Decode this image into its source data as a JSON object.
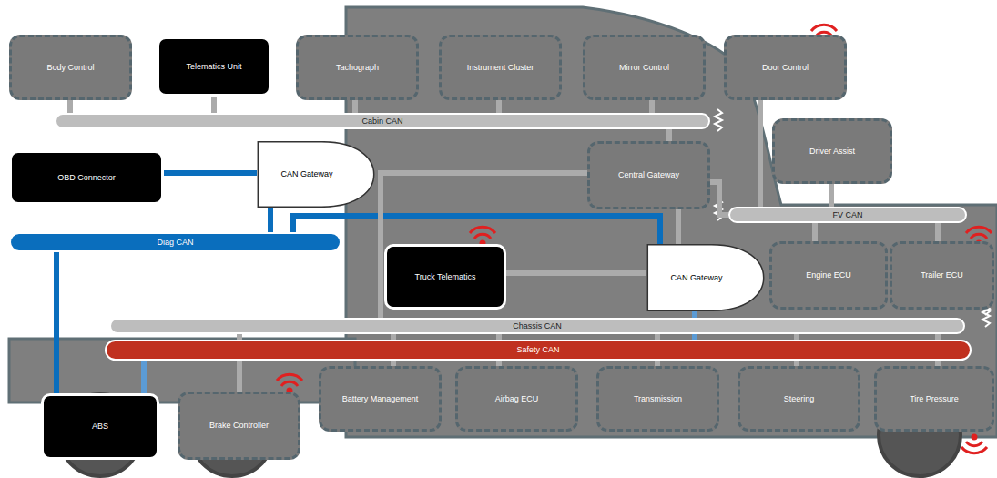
{
  "diagram": {
    "nodes": [
      {
        "text": [
          "Body Control"
        ]
      },
      {
        "text": [
          "Telematics Unit"
        ]
      },
      {
        "text": [
          "Tachograph"
        ]
      },
      {
        "text": [
          "Instrument Cluster"
        ]
      },
      {
        "text": [
          "Mirror Control"
        ]
      },
      {
        "text": [
          "Door Control"
        ]
      },
      {
        "text": [
          "Cabin CAN"
        ]
      },
      {
        "text": [
          "Driver Assist"
        ]
      },
      {
        "text": [
          "OBD Connector"
        ]
      },
      {
        "text": [
          "CAN Gateway"
        ]
      },
      {
        "text": [
          "Central Gateway"
        ]
      },
      {
        "text": [
          "FV CAN"
        ]
      },
      {
        "text": [
          "Diag CAN"
        ]
      },
      {
        "text": [
          "Truck Telematics"
        ]
      },
      {
        "text": [
          "CAN Gateway"
        ]
      },
      {
        "text": [
          "Engine ECU"
        ]
      },
      {
        "text": [
          "Trailer ECU"
        ]
      },
      {
        "text": [
          "Chassis CAN"
        ]
      },
      {
        "text": [
          "Safety CAN"
        ]
      },
      {
        "text": [
          "ABS"
        ]
      },
      {
        "text": [
          "Brake Controller"
        ]
      },
      {
        "text": [
          "Battery Management"
        ]
      },
      {
        "text": [
          "Airbag ECU"
        ]
      },
      {
        "text": [
          "Transmission"
        ]
      },
      {
        "text": [
          "Steering"
        ]
      },
      {
        "text": [
          "Tire Pressure"
        ]
      }
    ],
    "edges": [
      {
        "from": 0,
        "to": 6,
        "arrow": "none"
      },
      {
        "from": 1,
        "to": 6,
        "arrow": "none"
      },
      {
        "from": 2,
        "to": 6,
        "arrow": "none"
      },
      {
        "from": 3,
        "to": 6,
        "arrow": "none"
      },
      {
        "from": 4,
        "to": 6,
        "arrow": "none"
      },
      {
        "from": 5,
        "to": 11,
        "arrow": "none"
      },
      {
        "from": 10,
        "to": 6,
        "arrow": "none"
      },
      {
        "from": 10,
        "to": 11,
        "arrow": "none"
      },
      {
        "from": 7,
        "to": 11,
        "arrow": "none"
      },
      {
        "from": 15,
        "to": 11,
        "arrow": "none"
      },
      {
        "from": 16,
        "to": 11,
        "arrow": "none"
      },
      {
        "from": 8,
        "to": 9,
        "arrow": "none"
      },
      {
        "from": 9,
        "to": 12,
        "arrow": "none"
      },
      {
        "from": 14,
        "to": 12,
        "arrow": "none"
      },
      {
        "from": 12,
        "to": 19,
        "arrow": "none"
      },
      {
        "from": 19,
        "to": 18,
        "arrow": "none"
      },
      {
        "from": 14,
        "to": 18,
        "arrow": "none"
      },
      {
        "from": 13,
        "to": 14,
        "arrow": "none"
      },
      {
        "from": 10,
        "to": 14,
        "arrow": "none"
      },
      {
        "from": 10,
        "to": 17,
        "arrow": "none"
      },
      {
        "from": 20,
        "to": 17,
        "arrow": "none"
      },
      {
        "from": 21,
        "to": 17,
        "arrow": "none"
      },
      {
        "from": 22,
        "to": 17,
        "arrow": "none"
      },
      {
        "from": 23,
        "to": 17,
        "arrow": "none"
      },
      {
        "from": 24,
        "to": 17,
        "arrow": "none"
      },
      {
        "from": 25,
        "to": 17,
        "arrow": "none"
      }
    ]
  }
}
